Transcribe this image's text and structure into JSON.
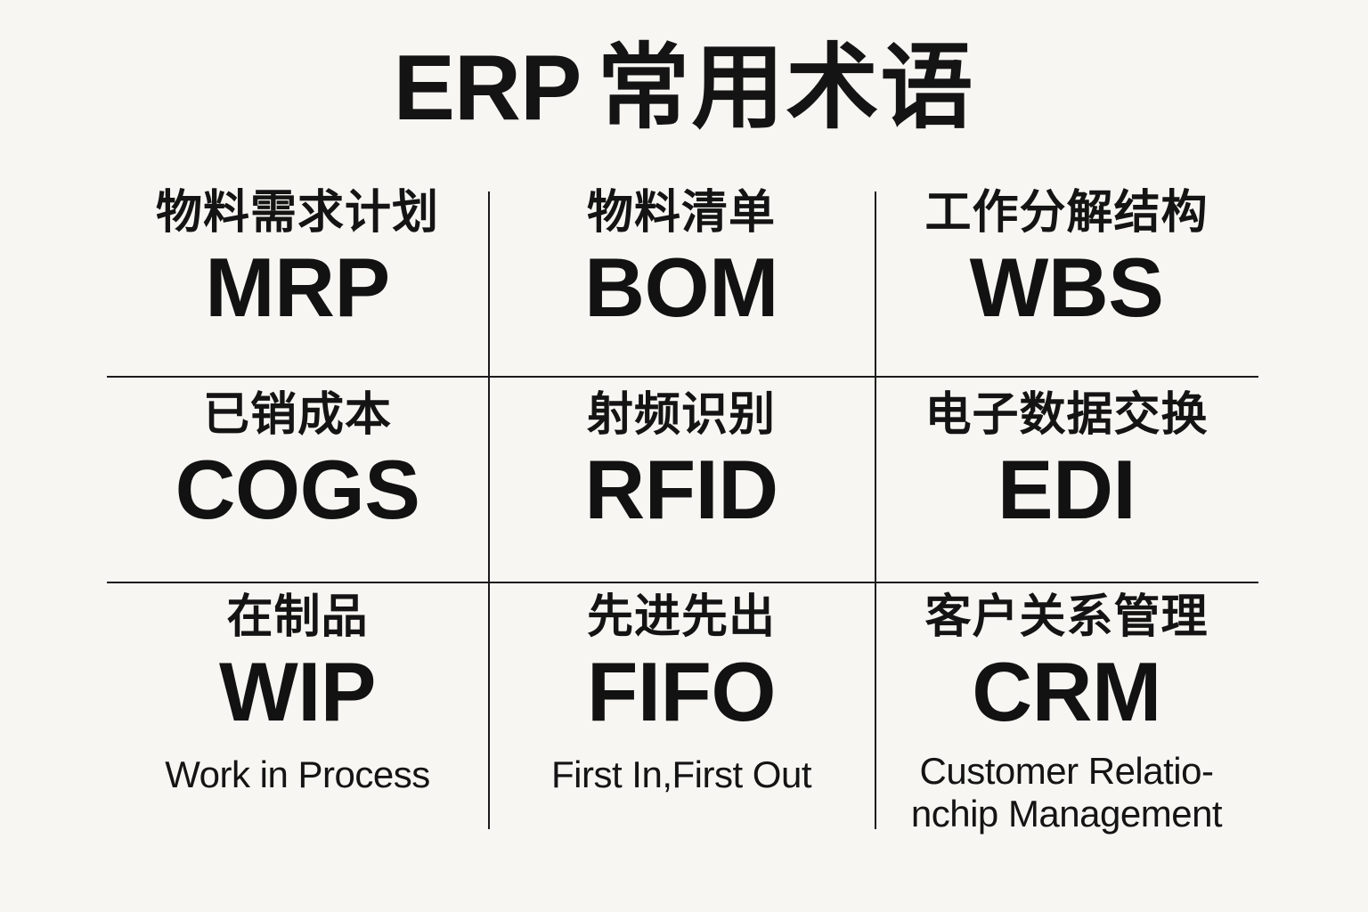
{
  "poster": {
    "background_color": "#f7f6f2",
    "text_color": "#141414",
    "rule_color": "#1b1b1b"
  },
  "title": {
    "full": "ERP 常用术语",
    "latin": "ERP",
    "cjk": "常用术语"
  },
  "grid": {
    "rows": 3,
    "columns": 3,
    "cells": [
      {
        "cn": "物料需求计划",
        "abbr": "MRP",
        "en": ""
      },
      {
        "cn": "物料清单",
        "abbr": "BOM",
        "en": ""
      },
      {
        "cn": "工作分解结构",
        "abbr": "WBS",
        "en": ""
      },
      {
        "cn": "已销成本",
        "abbr": "COGS",
        "en": ""
      },
      {
        "cn": "射频识别",
        "abbr": "RFID",
        "en": ""
      },
      {
        "cn": "电子数据交换",
        "abbr": "EDI",
        "en": ""
      },
      {
        "cn": "在制品",
        "abbr": "WIP",
        "en": "Work in Process"
      },
      {
        "cn": "先进先出",
        "abbr": "FIFO",
        "en": "First In,First Out"
      },
      {
        "cn": "客户关系管理",
        "abbr": "CRM",
        "en_line1": "Customer Relatio-",
        "en_line2": "nchip Management"
      }
    ]
  }
}
